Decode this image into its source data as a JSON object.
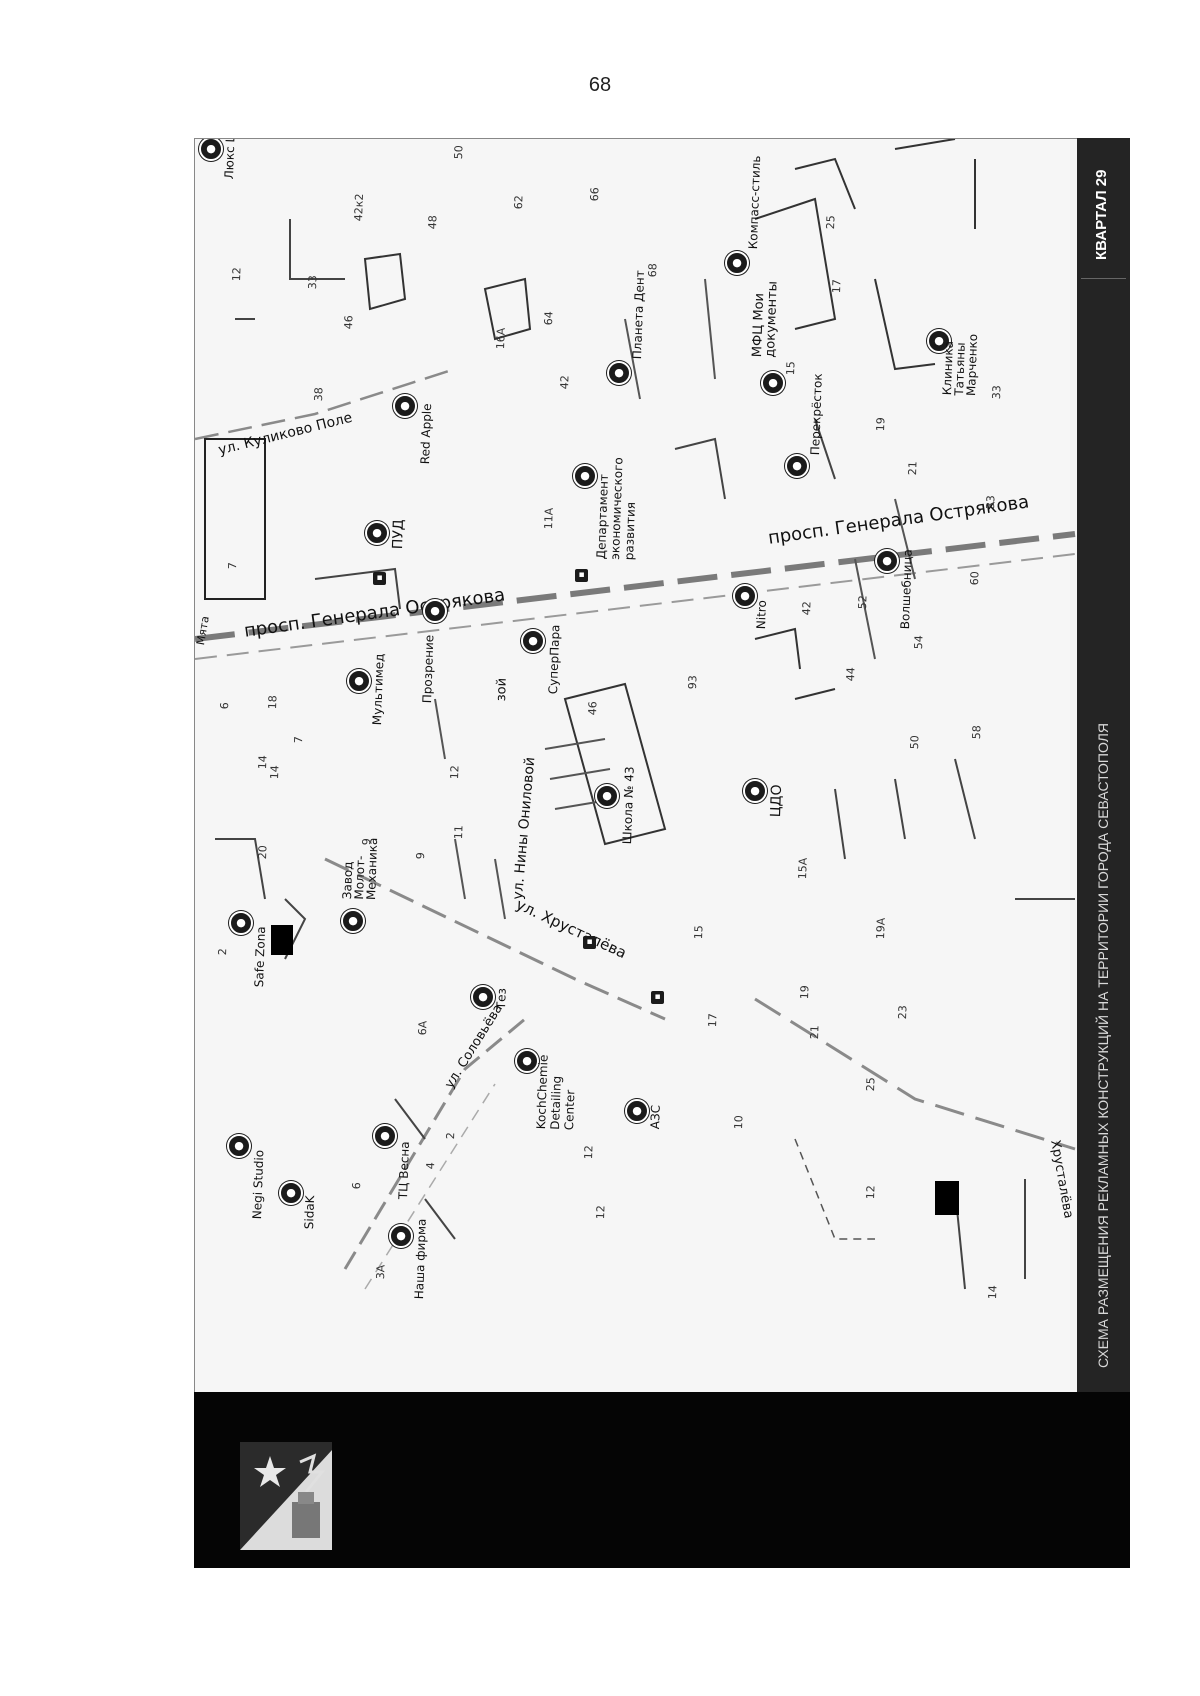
{
  "page": {
    "number": "68"
  },
  "side_band": {
    "title": "КВАРТАЛ 29",
    "caption": "СХЕМА РАЗМЕЩЕНИЯ РЕКЛАМНЫХ КОНСТРУКЦИЙ НА ТЕРРИТОРИИ ГОРОДА СЕВАСТОПОЛЯ"
  },
  "streets": [
    "ул. Куликово Поле",
    "просп. Генерала Острякова",
    "просп. Генерала Острякова",
    "ул. Хрусталёва",
    "ул. Нины Ониловой",
    "ул. Соловьёва",
    "Хрусталёва",
    "Мята",
    "зой"
  ],
  "pois": [
    "Люкс Ш",
    "Red Apple",
    "ПУД",
    "Прозрение",
    "Мультимед",
    "СуперПара",
    "Школа № 43",
    "Завод Молот-Механика",
    "Safe Zona",
    "Nitro",
    "Волшебница",
    "ЦДО",
    "Департамент экономического развития",
    "Планета Дент",
    "Компасс-стиль",
    "МФЦ Мои документы",
    "Перекрёсток",
    "Клиника Татьяны Марченко",
    "KochChemie Detailing Center",
    "Тез",
    "АЗС",
    "ТЦ Весна",
    "Negi Studio",
    "SidaK",
    "Наша фирма"
  ],
  "house_numbers": [
    "50",
    "62",
    "66",
    "42к2",
    "48",
    "33",
    "12",
    "46",
    "38",
    "64",
    "68",
    "25",
    "17",
    "15",
    "19",
    "21",
    "33",
    "60",
    "52",
    "42",
    "54",
    "44",
    "58",
    "50",
    "15А",
    "19А",
    "23",
    "21",
    "25",
    "12",
    "33",
    "93",
    "46",
    "12",
    "14",
    "10",
    "11",
    "9",
    "20",
    "14",
    "15",
    "6",
    "18",
    "7",
    "2",
    "6А",
    "9",
    "12",
    "6",
    "4",
    "2",
    "3А",
    "12",
    "17",
    "19",
    "14",
    "11А",
    "7",
    "42",
    "16А"
  ],
  "icons": {
    "poi_pin": "circle-pin-icon",
    "bus_stop": "bus-stop-icon",
    "billboard": "billboard-marker-icon",
    "emblem": "sevastopol-coat-of-arms-icon"
  },
  "colors": {
    "band": "#242424",
    "footer": "#050505",
    "map_bg": "#f6f6f6",
    "ink": "#111111"
  }
}
